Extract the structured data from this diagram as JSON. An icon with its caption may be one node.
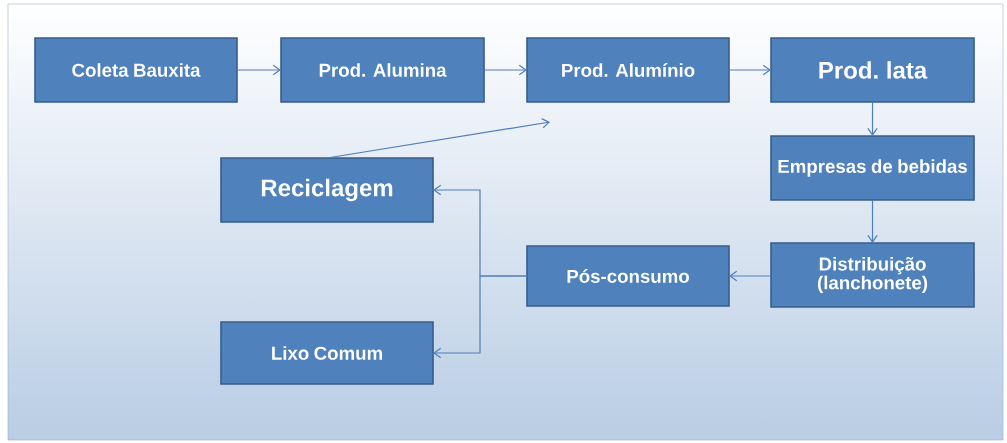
{
  "diagram": {
    "nodes": [
      {
        "text": [
          "Coleta Bauxita"
        ]
      },
      {
        "text": [
          "Prod. Alumina"
        ]
      },
      {
        "text": [
          "Prod. Alumínio"
        ]
      },
      {
        "text": [
          "Prod. lata"
        ]
      },
      {
        "text": [
          "Reciclagem"
        ]
      },
      {
        "text": [
          "Empresas de bebidas"
        ]
      },
      {
        "text": [
          "Distribuição (lanchonete)"
        ]
      },
      {
        "text": [
          "Pós-consumo"
        ]
      },
      {
        "text": [
          "Lixo Comum"
        ]
      }
    ],
    "edges": [
      {
        "from": 0,
        "to": 1,
        "arrow": "to"
      },
      {
        "from": 1,
        "to": 2,
        "arrow": "to"
      },
      {
        "from": 2,
        "to": 3,
        "arrow": "to"
      },
      {
        "from": 3,
        "to": 5,
        "arrow": "to"
      },
      {
        "from": 5,
        "to": 6,
        "arrow": "to"
      },
      {
        "from": 6,
        "to": 7,
        "arrow": "to"
      },
      {
        "from": 7,
        "to": 4,
        "arrow": "to"
      },
      {
        "from": 7,
        "to": 8,
        "arrow": "to"
      },
      {
        "from": 4,
        "to": 2,
        "arrow": "to"
      }
    ]
  }
}
